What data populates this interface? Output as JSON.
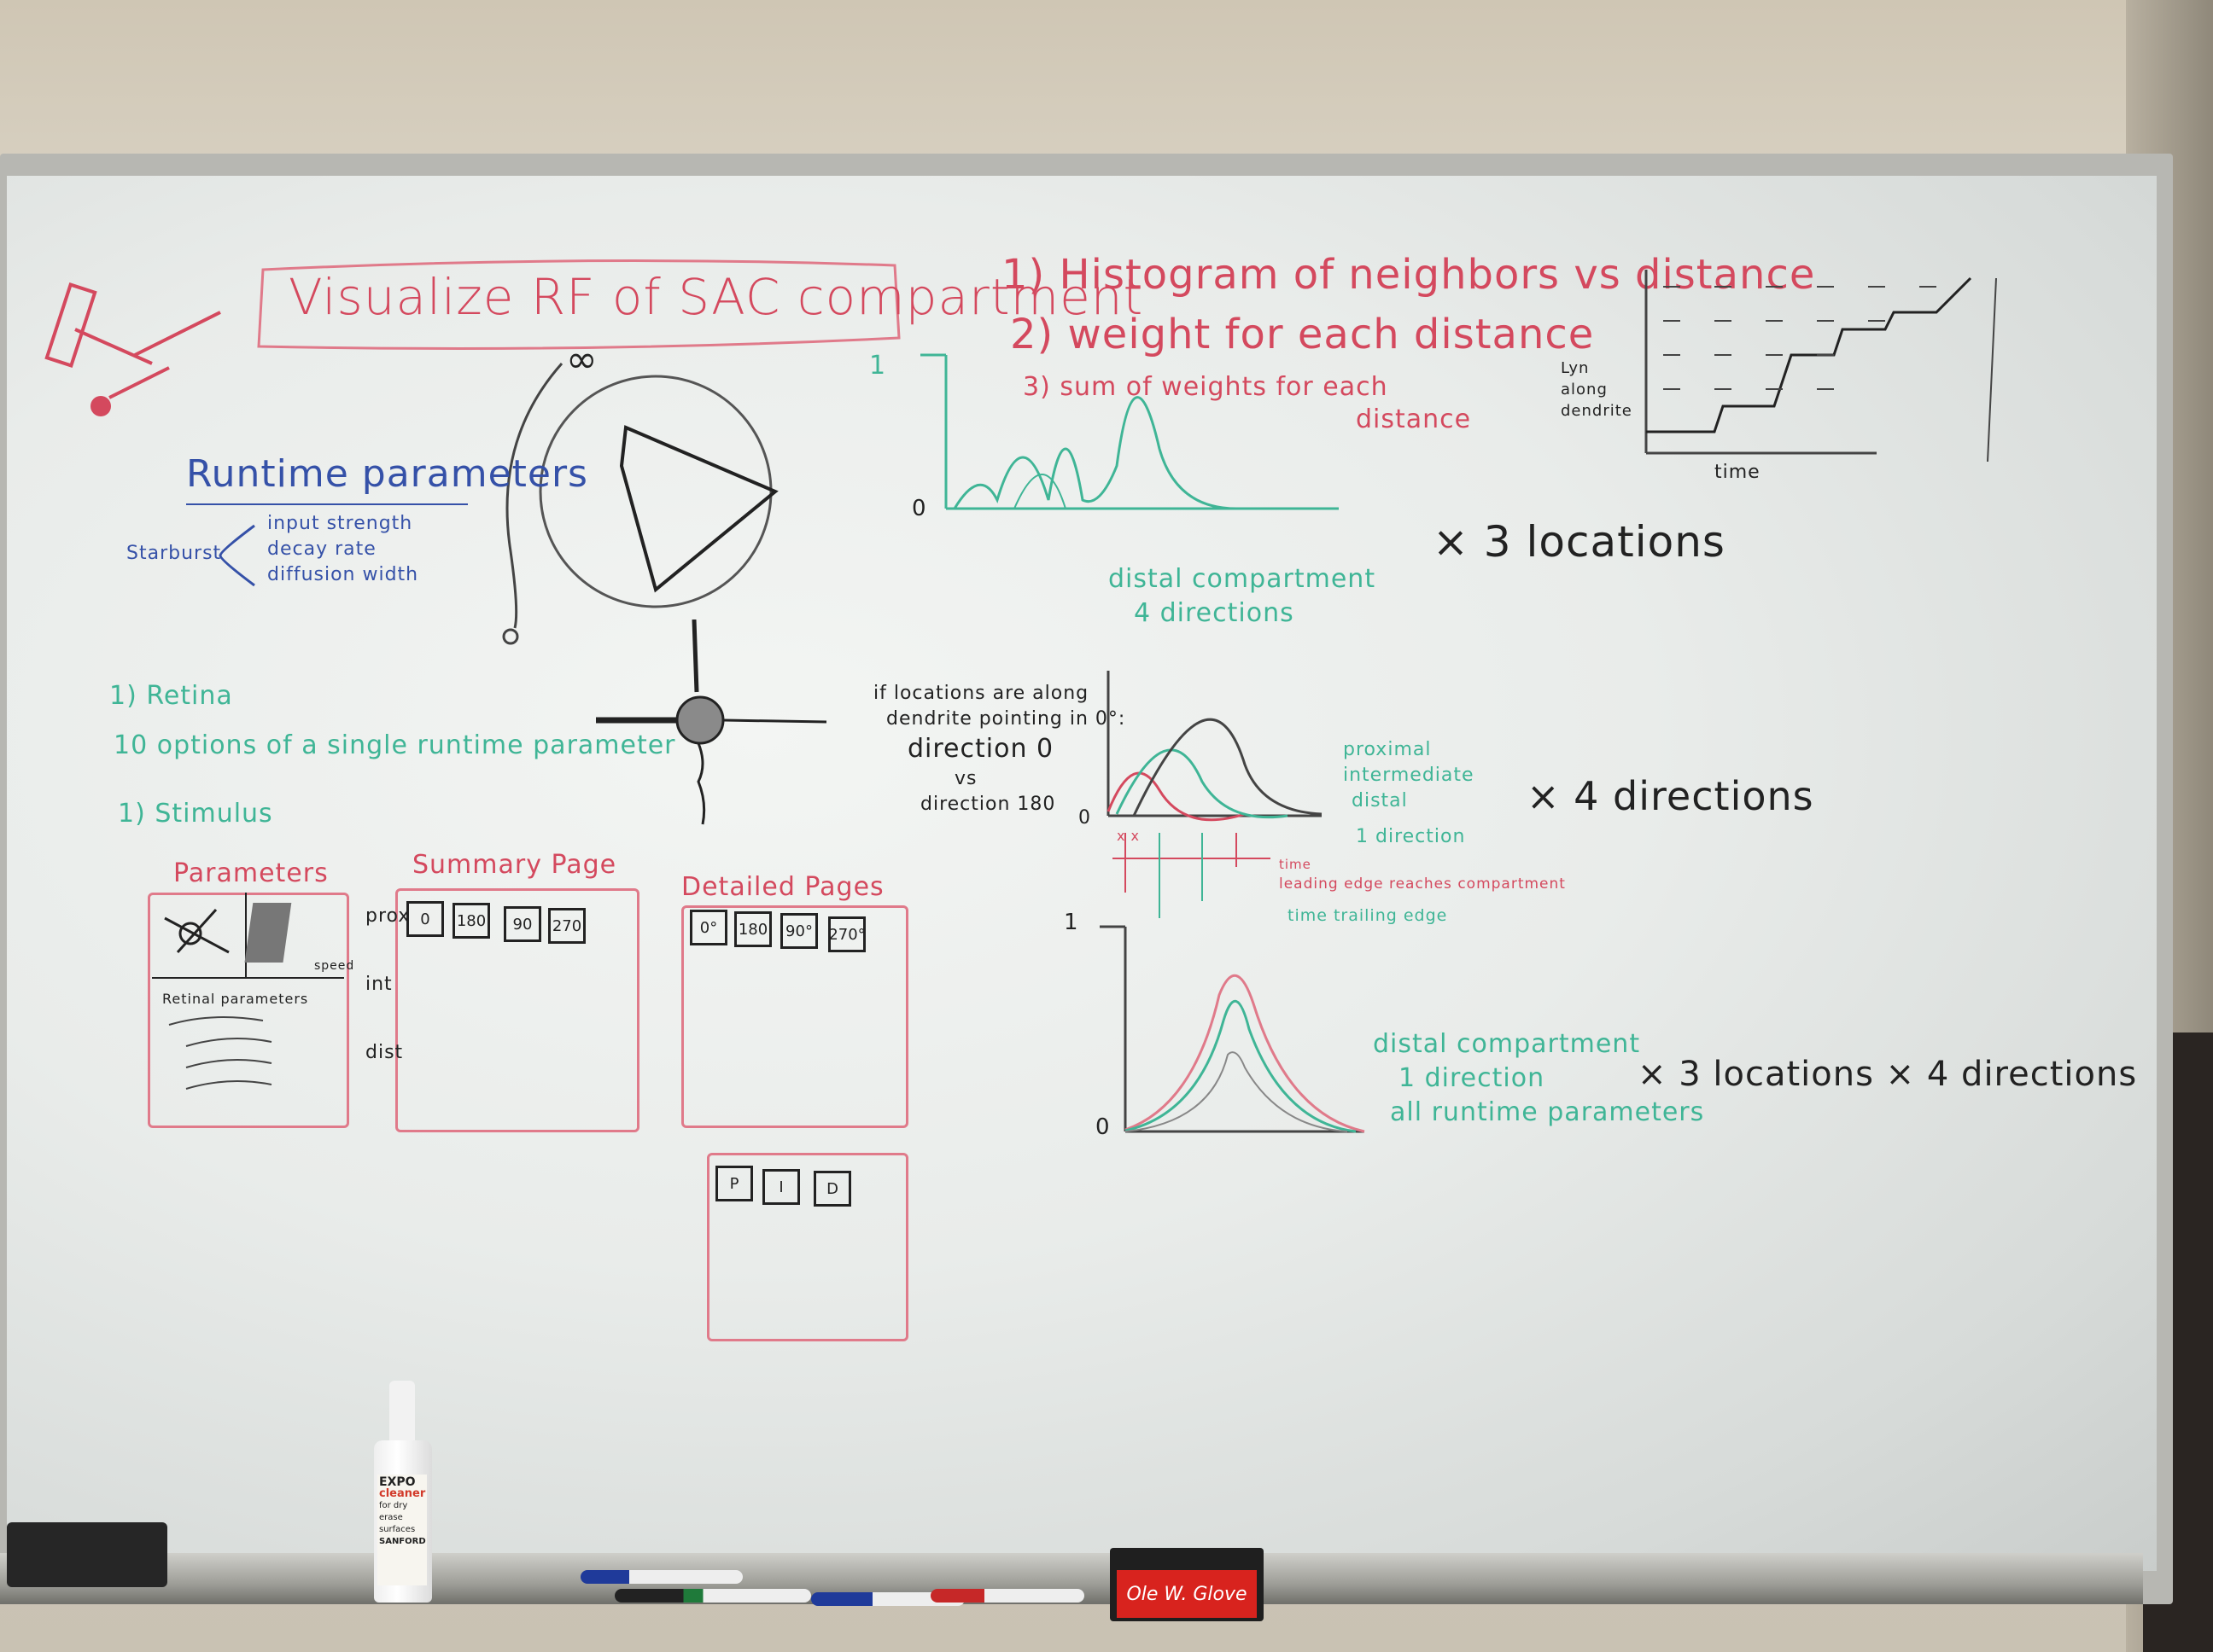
{
  "whiteboard": {
    "title": "Visualize RF of SAC compartment",
    "steps": [
      "1) Histogram of neighbors vs distance",
      "2) weight for each distance",
      "3) sum of weights for each",
      "distance"
    ],
    "infinity": "∞",
    "runtime_parameters": {
      "heading": "Runtime parameters",
      "starburst_label": "Starburst",
      "items": [
        "input strength",
        "decay rate",
        "diffusion width"
      ]
    },
    "retina_heading": "1) Retina",
    "options_line": "10 options of a single runtime parameter",
    "stimulus_heading": "1) Stimulus",
    "histogram": {
      "axis_top": "1",
      "axis_zero": "0",
      "caption_line1": "distal compartment",
      "caption_line2": "4 directions",
      "multiplier": "× 3 locations"
    },
    "time_plot": {
      "ylabel_line1": "Lyn",
      "ylabel_line2": "along",
      "ylabel_line3": "dendrite",
      "xlabel": "time"
    },
    "direction_note": {
      "line1": "if locations are along",
      "line2": "dendrite pointing in 0°:",
      "line3": "direction 0",
      "line4": "vs",
      "line5": "direction 180"
    },
    "middle_plot": {
      "zero": "0",
      "legend": [
        "proximal",
        "intermediate",
        "distal",
        "1 direction"
      ],
      "multiplier": "× 4 directions",
      "notes": [
        "time",
        "leading edge reaches compartment",
        "time trailing edge"
      ],
      "ticks": "x x"
    },
    "bottom_plot": {
      "axis_top": "1",
      "zero": "0",
      "caption": [
        "distal compartment",
        "1 direction",
        "all runtime parameters"
      ],
      "multiplier": "× 3 locations × 4 directions"
    },
    "parameters_card": {
      "title": "Parameters",
      "sub_label": "Retinal parameters",
      "speed_label": "speed"
    },
    "summary_card": {
      "title": "Summary Page",
      "row_labels": [
        "prox",
        "int",
        "dist"
      ],
      "boxes": [
        "0",
        "180",
        "90",
        "270"
      ]
    },
    "detailed_card": {
      "title": "Detailed Pages",
      "boxes": [
        "0°",
        "180",
        "90°",
        "270°"
      ]
    },
    "pid_card": {
      "boxes": [
        "P",
        "I",
        "D"
      ]
    }
  },
  "tray": {
    "cleaner_brand": "EXPO",
    "cleaner_text": "cleaner",
    "cleaner_sub": "for dry erase surfaces",
    "cleaner_maker": "SANFORD",
    "eraser_brand": "Ole W. Glove"
  },
  "colors": {
    "red_marker": "#d4495e",
    "green_marker": "#3fb596",
    "blue_marker": "#3551a8",
    "black_marker": "#222222"
  }
}
